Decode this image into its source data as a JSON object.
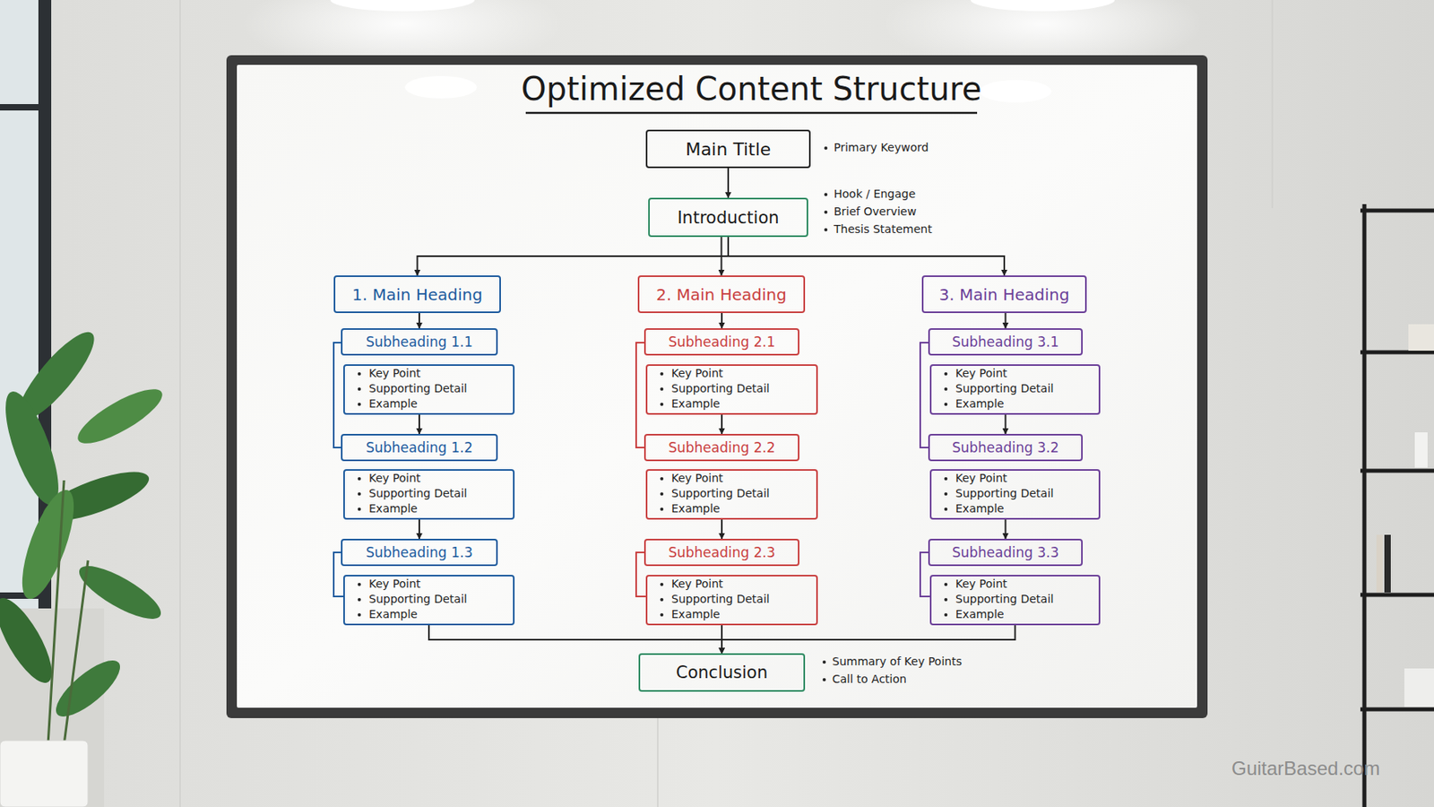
{
  "diagram": {
    "title": "Optimized Content Structure",
    "nodes": [
      {
        "text": [
          "Main Title"
        ]
      },
      {
        "text": [
          "Introduction"
        ]
      },
      {
        "text": [
          "1. Main Heading"
        ]
      },
      {
        "text": [
          "Subheading 1.1"
        ]
      },
      {
        "text": [
          "Key Point",
          "Supporting Detail",
          "Example"
        ]
      },
      {
        "text": [
          "Subheading 1.2"
        ]
      },
      {
        "text": [
          "Key Point",
          "Supporting Detail",
          "Example"
        ]
      },
      {
        "text": [
          "Subheading 1.3"
        ]
      },
      {
        "text": [
          "Key Point",
          "Supporting Detail",
          "Example"
        ]
      },
      {
        "text": [
          "2. Main Heading"
        ]
      },
      {
        "text": [
          "Subheading 2.1"
        ]
      },
      {
        "text": [
          "Key Point",
          "Supporting Detail",
          "Example"
        ]
      },
      {
        "text": [
          "Subheading 2.2"
        ]
      },
      {
        "text": [
          "Key Point",
          "Supporting Detail",
          "Example"
        ]
      },
      {
        "text": [
          "Subheading 2.3"
        ]
      },
      {
        "text": [
          "Key Point",
          "Supporting Detail",
          "Example"
        ]
      },
      {
        "text": [
          "3. Main Heading"
        ]
      },
      {
        "text": [
          "Subheading 3.1"
        ]
      },
      {
        "text": [
          "Key Point",
          "Supporting Detail",
          "Example"
        ]
      },
      {
        "text": [
          "Subheading 3.2"
        ]
      },
      {
        "text": [
          "Key Point",
          "Supporting Detail",
          "Example"
        ]
      },
      {
        "text": [
          "Subheading 3.3"
        ]
      },
      {
        "text": [
          "Key Point",
          "Supporting Detail",
          "Example"
        ]
      },
      {
        "text": [
          "Conclusion"
        ]
      }
    ],
    "edges": [
      {
        "from": 0,
        "to": 1,
        "arrow": "to"
      },
      {
        "from": 1,
        "to": 2,
        "arrow": "to"
      },
      {
        "from": 1,
        "to": 9,
        "arrow": "to"
      },
      {
        "from": 1,
        "to": 16,
        "arrow": "to"
      },
      {
        "from": 2,
        "to": 3,
        "arrow": "to"
      },
      {
        "from": 4,
        "to": 5,
        "arrow": "to"
      },
      {
        "from": 6,
        "to": 7,
        "arrow": "to"
      },
      {
        "from": 9,
        "to": 10,
        "arrow": "to"
      },
      {
        "from": 11,
        "to": 12,
        "arrow": "to"
      },
      {
        "from": 13,
        "to": 14,
        "arrow": "to"
      },
      {
        "from": 16,
        "to": 17,
        "arrow": "to"
      },
      {
        "from": 18,
        "to": 19,
        "arrow": "to"
      },
      {
        "from": 20,
        "to": 21,
        "arrow": "to"
      },
      {
        "from": 8,
        "to": 23,
        "arrow": "to"
      },
      {
        "from": 15,
        "to": 23,
        "arrow": "to"
      },
      {
        "from": 22,
        "to": 23,
        "arrow": "to"
      }
    ],
    "labels": [
      "Primary Keyword",
      "Hook / Engage",
      "Brief Overview",
      "Thesis Statement",
      "Summary of Key Points",
      "Call to Action",
      "GuitarBased.com"
    ]
  }
}
